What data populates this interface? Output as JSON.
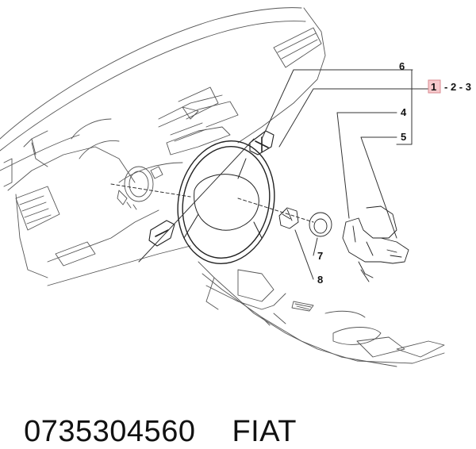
{
  "callouts": {
    "c1": "1",
    "c1_suffix": "- 2 - 3",
    "c4": "4",
    "c5": "5",
    "c6": "6",
    "c7": "7",
    "c8": "8"
  },
  "footer": {
    "part_number": "0735304560",
    "brand": "FIAT"
  },
  "colors": {
    "line": "#333333",
    "highlight_fill": "#f6c9cc",
    "highlight_stroke": "#d98a90"
  }
}
